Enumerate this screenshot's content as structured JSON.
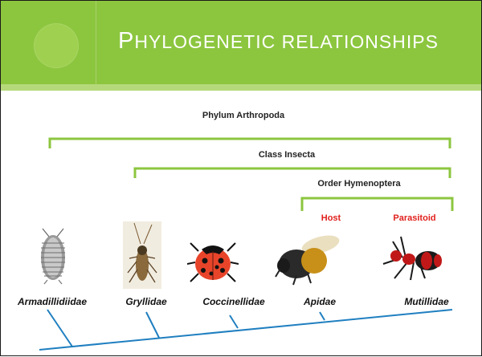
{
  "slide": {
    "title_first": "P",
    "title_rest": "hylogenetic relationships"
  },
  "groups": {
    "phylum": "Phylum  Arthropoda",
    "class": "Class  Insecta",
    "order": "Order  Hymenoptera"
  },
  "roles": {
    "host": "Host",
    "parasitoid": "Parasitoid"
  },
  "taxa": [
    {
      "name": "Armadillidiidae",
      "icon": "woodlouse-icon"
    },
    {
      "name": "Gryllidae",
      "icon": "cricket-icon"
    },
    {
      "name": "Coccinellidae",
      "icon": "ladybird-icon"
    },
    {
      "name": "Apidae",
      "icon": "bee-icon"
    },
    {
      "name": "Mutillidae",
      "icon": "velvet-ant-icon"
    }
  ],
  "colors": {
    "header": "#8cc63f",
    "bracket": "#8cc63f",
    "tree": "#1f7fc0",
    "role_text": "#e0201c"
  }
}
